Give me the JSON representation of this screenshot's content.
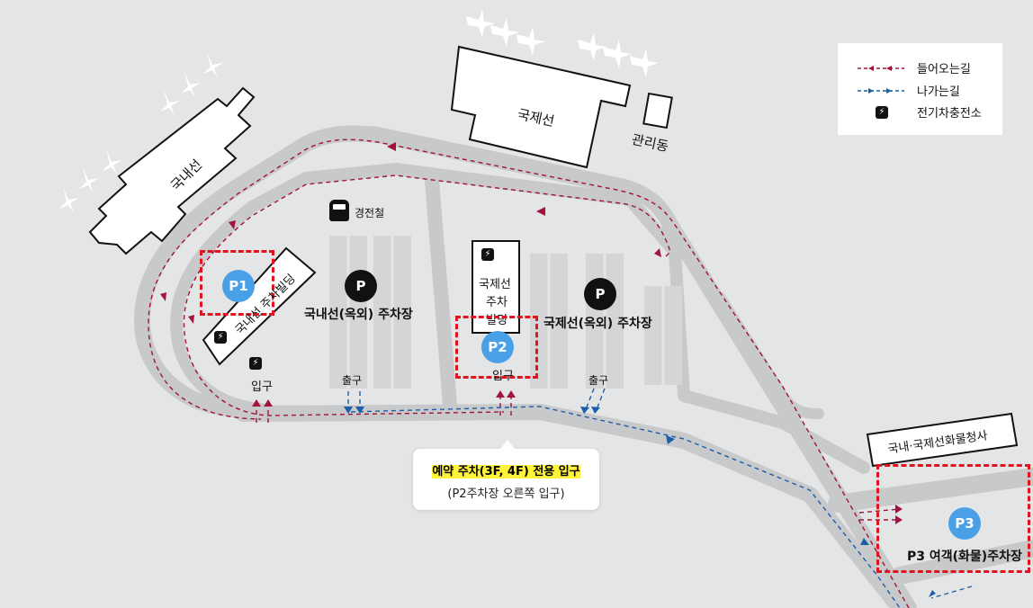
{
  "terminals": {
    "domestic": "국내선",
    "international": "국제선",
    "admin": "관리동",
    "cargo": "국내·국제선화물청사"
  },
  "rail": {
    "label": "경전철",
    "icon": "train-icon"
  },
  "parking": {
    "p1": {
      "badge": "P1",
      "name": "국내선 주차빌딩",
      "entrance": "입구"
    },
    "domestic_outdoor": {
      "badge": "P",
      "name": "국내선(옥외) 주차장",
      "exit": "출구"
    },
    "p2": {
      "badge": "P2",
      "name_line1": "국제선",
      "name_line2": "주차",
      "name_line3": "빌딩",
      "entrance": "입구"
    },
    "intl_outdoor": {
      "badge": "P",
      "name": "국제선(옥외) 주차장",
      "exit": "출구"
    },
    "p3": {
      "badge": "P3",
      "name": "P3 여객(화물)주차장"
    }
  },
  "callout": {
    "highlight": "예약 주차(3F, 4F) 전용 입구",
    "sub": "(P2주차장 오른쪽 입구)"
  },
  "legend": {
    "in_label": "들어오는길",
    "out_label": "나가는길",
    "ev_label": "전기차충전소",
    "in_color": "#a3133a",
    "out_color": "#1c5ea8"
  },
  "icons": {
    "ev": "⚡",
    "plane": "airplane-icon"
  }
}
